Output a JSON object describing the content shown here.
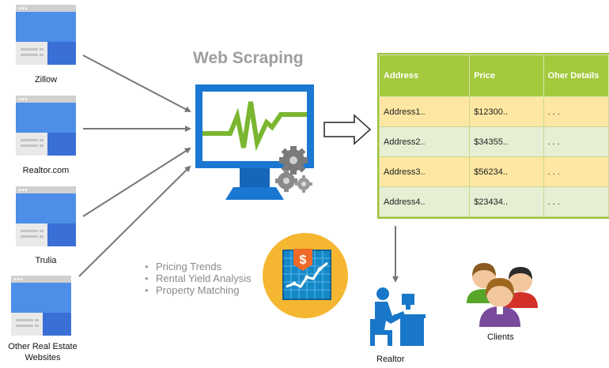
{
  "title": "Web Scraping",
  "sources": [
    {
      "label": "Zillow"
    },
    {
      "label": "Realtor.com"
    },
    {
      "label": "Trulia"
    },
    {
      "label": "Other Real Estate Websites"
    }
  ],
  "table": {
    "headers": [
      "Address",
      "Price",
      "Oher Details"
    ],
    "rows": [
      [
        "Address1..",
        "$12300..",
        ". . ."
      ],
      [
        "Address2..",
        "$34355..",
        ". . ."
      ],
      [
        "Address3..",
        "$56234..",
        ". . ."
      ],
      [
        "Address4..",
        "$23434..",
        ". . ."
      ]
    ]
  },
  "uses": [
    "Pricing Trends",
    "Rental Yield Analysis",
    "Property Matching"
  ],
  "analytics_badge": {
    "symbol": "$"
  },
  "realtor_label": "Realtor",
  "clients_label": "Clients",
  "colors": {
    "browser_blue": "#4c8ee8",
    "browser_dark": "#3a6fd6",
    "monitor_blue": "#1a77d2",
    "pulse_green": "#7ab62f",
    "table_header": "#a3c93d",
    "row_yellow": "#fde7a2",
    "row_green": "#e6efd3",
    "badge_orange": "#f5b731",
    "realtor_blue": "#1877c9"
  }
}
